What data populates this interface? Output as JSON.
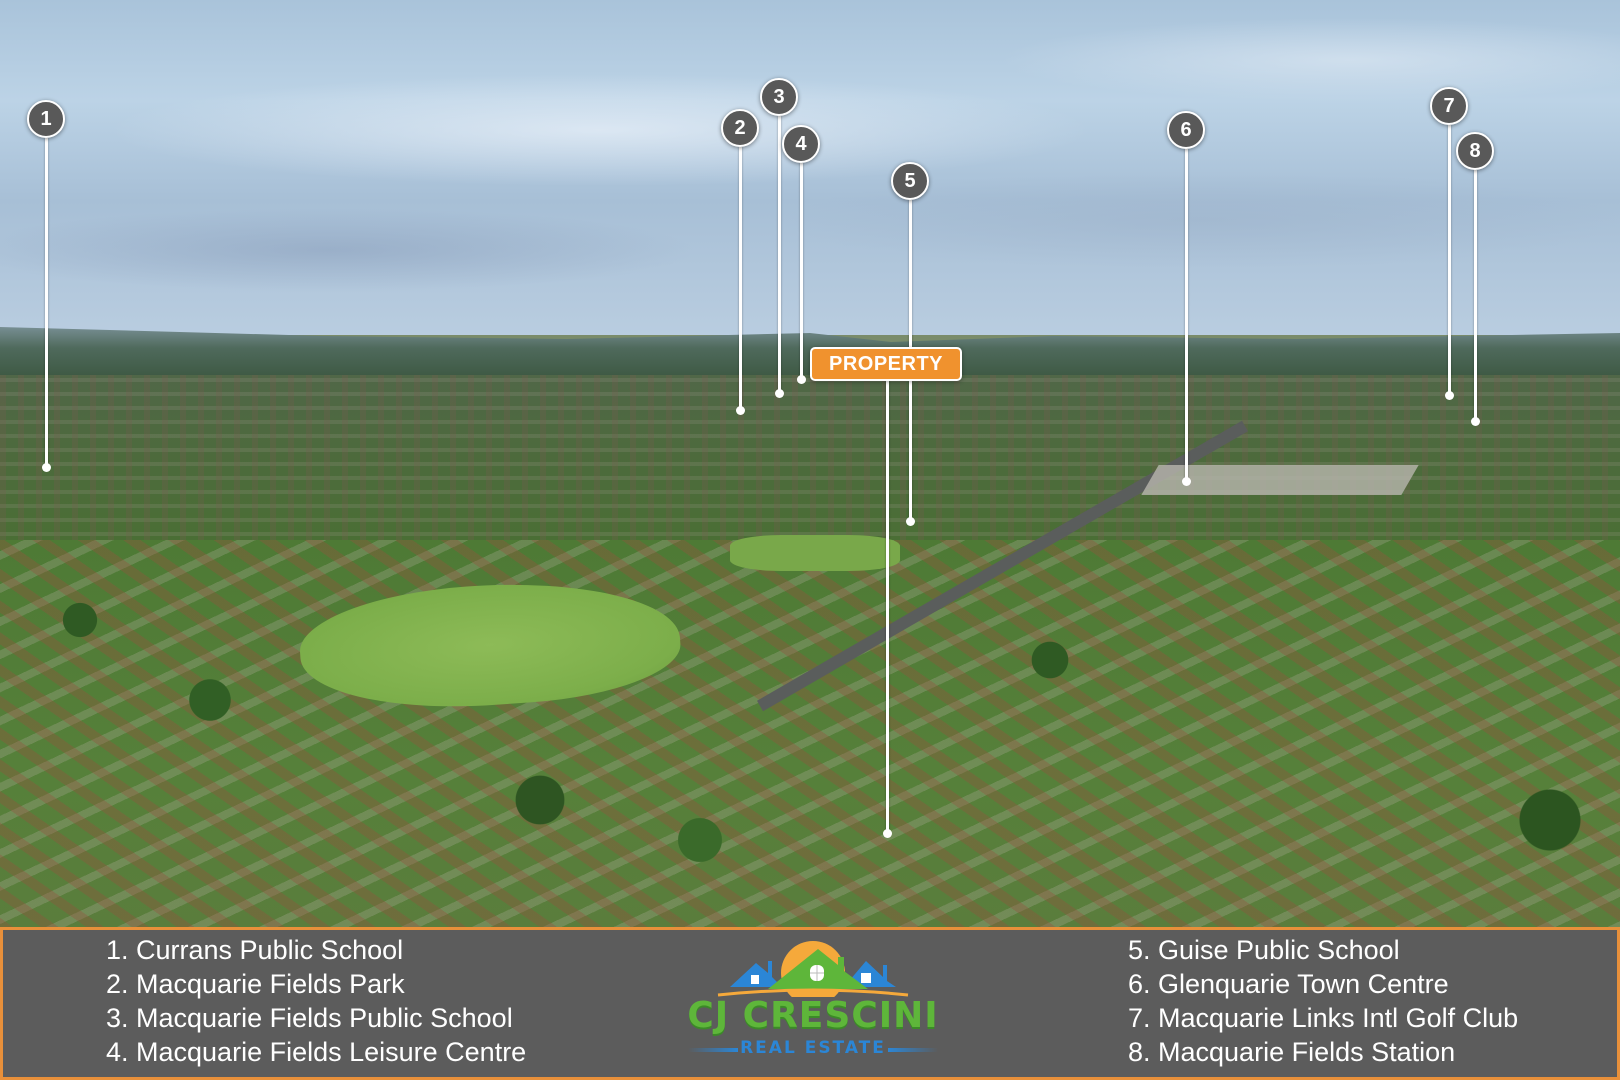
{
  "image": {
    "description": "Aerial drone photo of a suburban neighbourhood with numbered location markers and a highlighted property",
    "accent_color": "#f0922e",
    "marker_color": "#595959",
    "legend_background": "#5c5c5c"
  },
  "property_label": "PROPERTY",
  "markers": [
    {
      "number": "1",
      "label": "Currans Public School"
    },
    {
      "number": "2",
      "label": "Macquarie Fields Park"
    },
    {
      "number": "3",
      "label": "Macquarie Fields Public School"
    },
    {
      "number": "4",
      "label": "Macquarie Fields Leisure Centre"
    },
    {
      "number": "5",
      "label": "Guise Public School"
    },
    {
      "number": "6",
      "label": "Glenquarie Town Centre"
    },
    {
      "number": "7",
      "label": "Macquarie Links Intl Golf Club"
    },
    {
      "number": "8",
      "label": "Macquarie Fields Station"
    }
  ],
  "legend": {
    "left": [
      "1. Currans Public School",
      "2. Macquarie Fields Park",
      "3. Macquarie Fields Public School",
      "4. Macquarie Fields Leisure Centre"
    ],
    "right": [
      "5. Guise Public School",
      "6. Glenquarie Town Centre",
      "7. Macquarie Links Intl Golf Club",
      "8. Macquarie Fields Station"
    ]
  },
  "logo": {
    "name": "CJ CRESCINI",
    "subtitle": "REAL ESTATE",
    "icon": "house-roofline-sun-icon",
    "colors": {
      "sun": "#f5a93b",
      "house_green": "#5eb63a",
      "house_blue": "#2b86d6"
    }
  }
}
